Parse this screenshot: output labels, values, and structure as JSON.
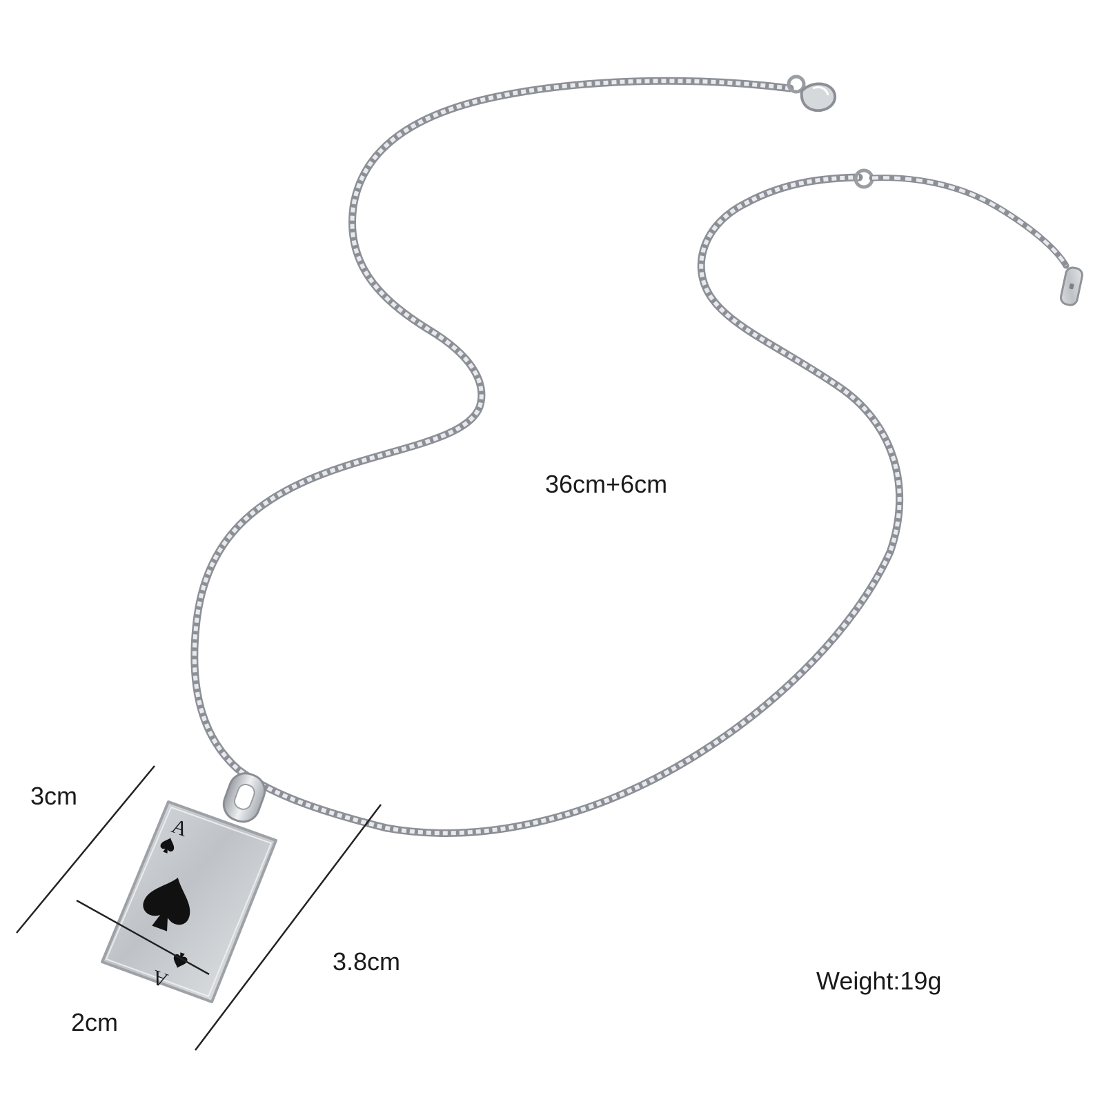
{
  "colors": {
    "background": "#ffffff",
    "chain_dark": "#8c9096",
    "chain_light": "#d9dce0",
    "steel_face": "#c4c8cc",
    "steel_edge": "#eef0f2",
    "ink": "#111111",
    "dimension_line": "#222222",
    "label_text": "#1a1a1a"
  },
  "pendant": {
    "rank": "A",
    "suit": "spade"
  },
  "labels": {
    "length": "36cm+6cm",
    "width": "3cm",
    "height": "3.8cm",
    "bottom": "2cm",
    "weight": "Weight:19g"
  }
}
